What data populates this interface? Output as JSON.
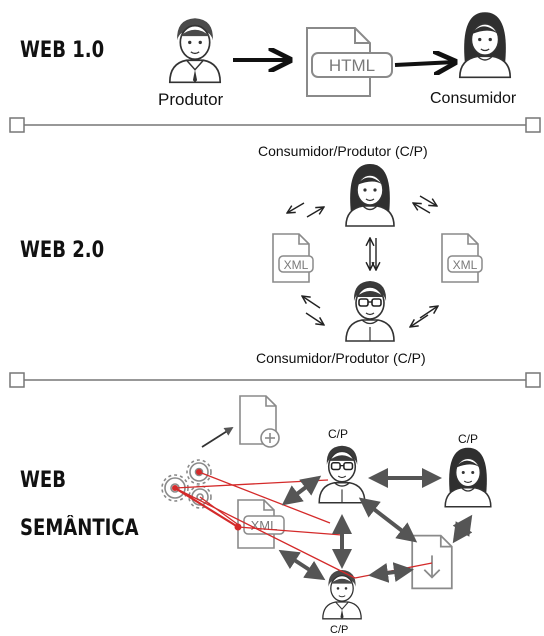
{
  "sections": {
    "web1": {
      "title": "WEB 1.0",
      "producer_label": "Produtor",
      "document_label": "HTML",
      "consumer_label": "Consumidor"
    },
    "web2": {
      "title": "WEB 2.0",
      "top_label": "Consumidor/Produtor (C/P)",
      "bottom_label": "Consumidor/Produtor (C/P)",
      "left_doc_label": "XML",
      "right_doc_label": "XML"
    },
    "semantic": {
      "title_line1": "WEB",
      "title_line2": "SEMÂNTICA",
      "cp_center_label": "C/P",
      "cp_right_label": "C/P",
      "cp_bottom_label": "C/P",
      "doc_label": "XML"
    }
  },
  "colors": {
    "text": "#111111",
    "icon_stroke": "#7a7a7a",
    "arrow": "#555555",
    "semantic_link": "#d42a2a",
    "divider": "#777777"
  },
  "icons": [
    "person-icon",
    "document-icon",
    "add-document-icon",
    "download-document-icon",
    "gears-icon",
    "swap-arrows-icon"
  ]
}
